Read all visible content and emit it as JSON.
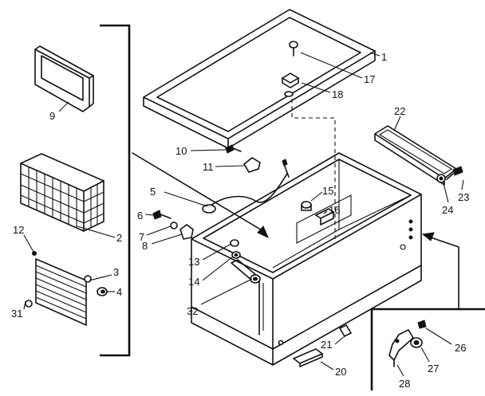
{
  "diagram": {
    "callouts": [
      {
        "id": "c1",
        "label": "1"
      },
      {
        "id": "c2",
        "label": "2"
      },
      {
        "id": "c3",
        "label": "3"
      },
      {
        "id": "c4",
        "label": "4"
      },
      {
        "id": "c5",
        "label": "5"
      },
      {
        "id": "c6",
        "label": "6"
      },
      {
        "id": "c7",
        "label": "7"
      },
      {
        "id": "c8",
        "label": "8"
      },
      {
        "id": "c9",
        "label": "9"
      },
      {
        "id": "c10",
        "label": "10"
      },
      {
        "id": "c11",
        "label": "11"
      },
      {
        "id": "c12",
        "label": "12"
      },
      {
        "id": "c13",
        "label": "13"
      },
      {
        "id": "c14",
        "label": "14"
      },
      {
        "id": "c15",
        "label": "15"
      },
      {
        "id": "c16",
        "label": "16"
      },
      {
        "id": "c17",
        "label": "17"
      },
      {
        "id": "c18",
        "label": "18"
      },
      {
        "id": "c20",
        "label": "20"
      },
      {
        "id": "c21",
        "label": "21"
      },
      {
        "id": "c22",
        "label": "22"
      },
      {
        "id": "c23",
        "label": "23"
      },
      {
        "id": "c24",
        "label": "24"
      },
      {
        "id": "c26",
        "label": "26"
      },
      {
        "id": "c27",
        "label": "27"
      },
      {
        "id": "c28",
        "label": "28"
      },
      {
        "id": "c31",
        "label": "31"
      },
      {
        "id": "c32",
        "label": "32"
      }
    ]
  }
}
